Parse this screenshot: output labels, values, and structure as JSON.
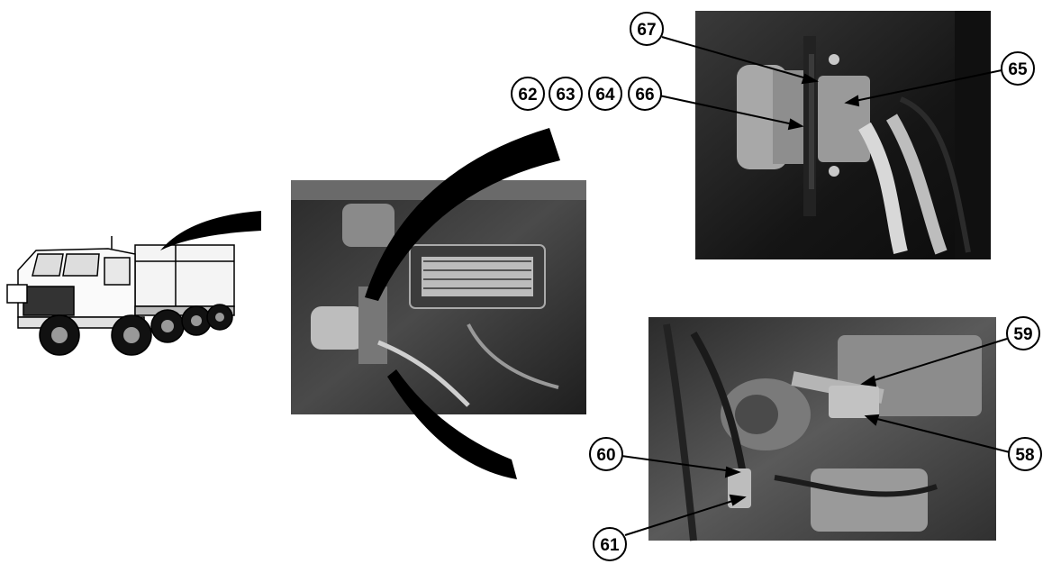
{
  "callouts": {
    "c58": "58",
    "c59": "59",
    "c60": "60",
    "c61": "61",
    "c62": "62",
    "c63": "63",
    "c64": "64",
    "c65": "65",
    "c66": "66",
    "c67": "67"
  },
  "photos": {
    "center": "connector-bracket-photo",
    "top_right": "connector-detail-photo",
    "bottom_right": "engine-harness-photo"
  },
  "vehicle": "truck-illustration",
  "colors": {
    "ink": "#000000",
    "paper": "#ffffff"
  }
}
